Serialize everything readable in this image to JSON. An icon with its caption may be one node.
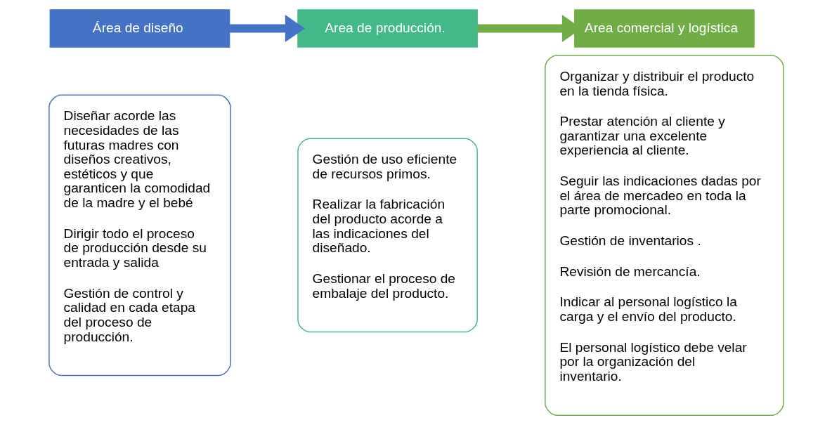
{
  "diagram": {
    "nodes": [
      {
        "text": [
          "Área de diseño"
        ]
      },
      {
        "text": [
          "Diseñar acorde las necesidades de las futuras madres con diseños creativos, estéticos y que garanticen la comodidad de la madre y el bebé",
          "Dirigir todo el proceso de producción desde su entrada y salida",
          "Gestión de control y calidad en cada etapa del proceso de producción."
        ]
      },
      {
        "text": [
          "Area de producción."
        ]
      },
      {
        "text": [
          "Gestión de uso eficiente de recursos primos.",
          "Realizar la fabricación del producto acorde a las indicaciones del diseñado.",
          "Gestionar el proceso de embalaje del producto."
        ]
      },
      {
        "text": [
          "Area comercial y logística"
        ]
      },
      {
        "text": [
          "Organizar y distribuir el producto en la tienda física.",
          "Prestar atención al cliente y garantizar una excelente experiencia al cliente.",
          "Seguir las indicaciones dadas por el área de mercadeo en toda la parte promocional.",
          "Gestión de inventarios .",
          "Revisión de mercancía.",
          "Indicar al personal logístico la carga y el envío del producto.",
          "El personal logístico debe velar por la organización del inventario."
        ]
      }
    ],
    "edges": [
      {
        "from": 0,
        "to": 2,
        "arrow": "to",
        "color": "#4472c4"
      },
      {
        "from": 2,
        "to": 4,
        "arrow": "to",
        "color": "#70ad47"
      }
    ]
  }
}
